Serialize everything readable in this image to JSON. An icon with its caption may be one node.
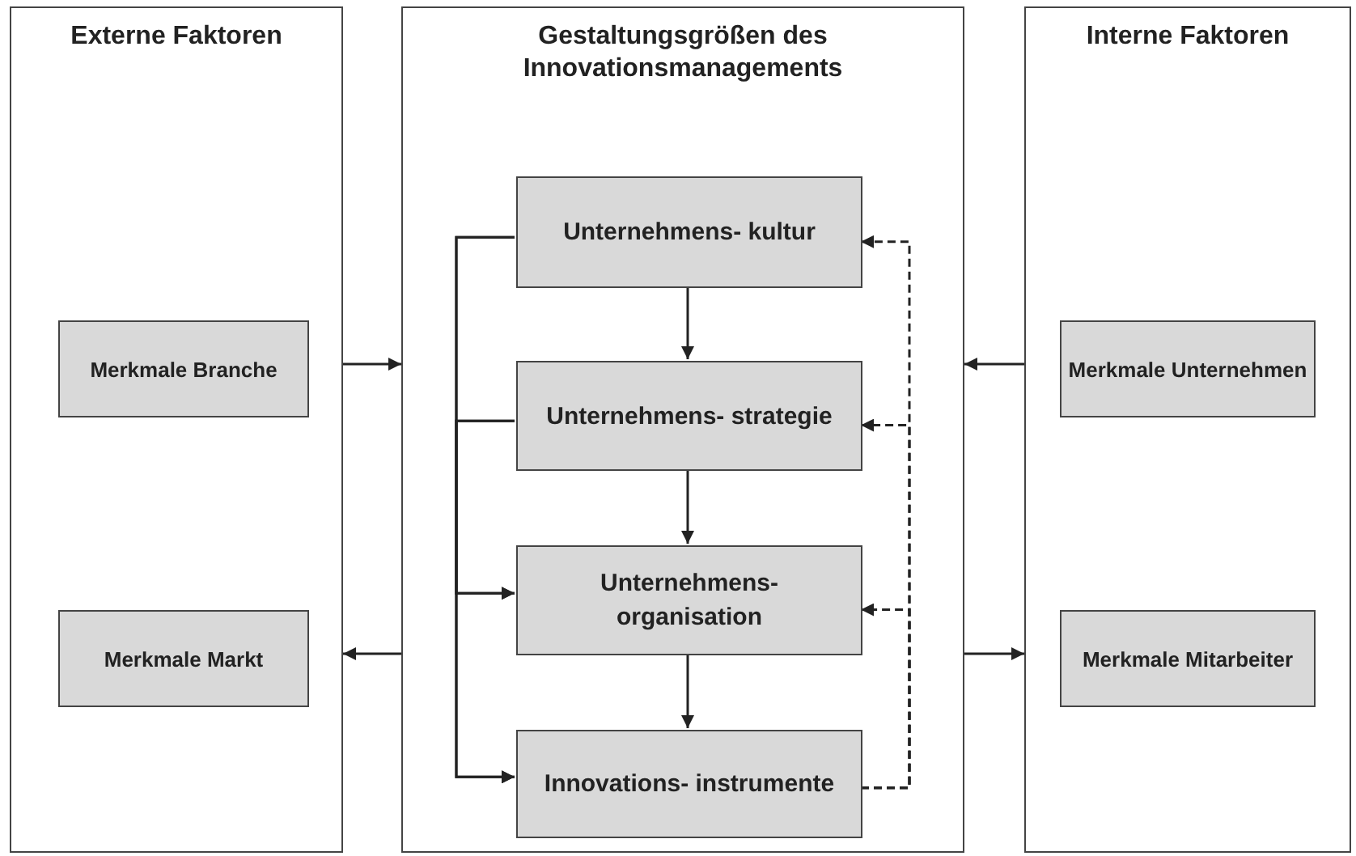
{
  "diagram": {
    "nodes": [
      {
        "text": [
          "Externe Faktoren"
        ]
      },
      {
        "text": [
          "Merkmale Branche"
        ],
        "in": 0
      },
      {
        "text": [
          "Merkmale Markt"
        ],
        "in": 0
      },
      {
        "text": [
          "Gestaltungsgrößen des Innovationsmanagements"
        ]
      },
      {
        "text": [
          "Unternehmens- kultur"
        ],
        "in": 3
      },
      {
        "text": [
          "Unternehmens- strategie"
        ],
        "in": 3
      },
      {
        "text": [
          "Unternehmens- organisation"
        ],
        "in": 3
      },
      {
        "text": [
          "Innovations- instrumente"
        ],
        "in": 3
      },
      {
        "text": [
          "Interne Faktoren"
        ]
      },
      {
        "text": [
          "Merkmale Unternehmen"
        ],
        "in": 8
      },
      {
        "text": [
          "Merkmale Mitarbeiter"
        ],
        "in": 8
      }
    ],
    "edges": [
      {
        "from": 0,
        "to": 3,
        "arrow": "to"
      },
      {
        "from": 3,
        "to": 0,
        "arrow": "to"
      },
      {
        "from": 8,
        "to": 3,
        "arrow": "to"
      },
      {
        "from": 3,
        "to": 8,
        "arrow": "to"
      },
      {
        "from": 4,
        "to": 5,
        "arrow": "to"
      },
      {
        "from": 5,
        "to": 6,
        "arrow": "to"
      },
      {
        "from": 6,
        "to": 7,
        "arrow": "to"
      },
      {
        "from": 4,
        "to": 6,
        "arrow": "to"
      },
      {
        "from": 4,
        "to": 7,
        "arrow": "to"
      },
      {
        "from": 5,
        "to": 6,
        "arrow": "to"
      },
      {
        "from": 5,
        "to": 7,
        "arrow": "to"
      },
      {
        "from": 7,
        "to": 4,
        "arrow": "to",
        "style": "dashed"
      },
      {
        "from": 7,
        "to": 5,
        "arrow": "to",
        "style": "dashed"
      },
      {
        "from": 7,
        "to": 6,
        "arrow": "to",
        "style": "dashed"
      }
    ]
  }
}
